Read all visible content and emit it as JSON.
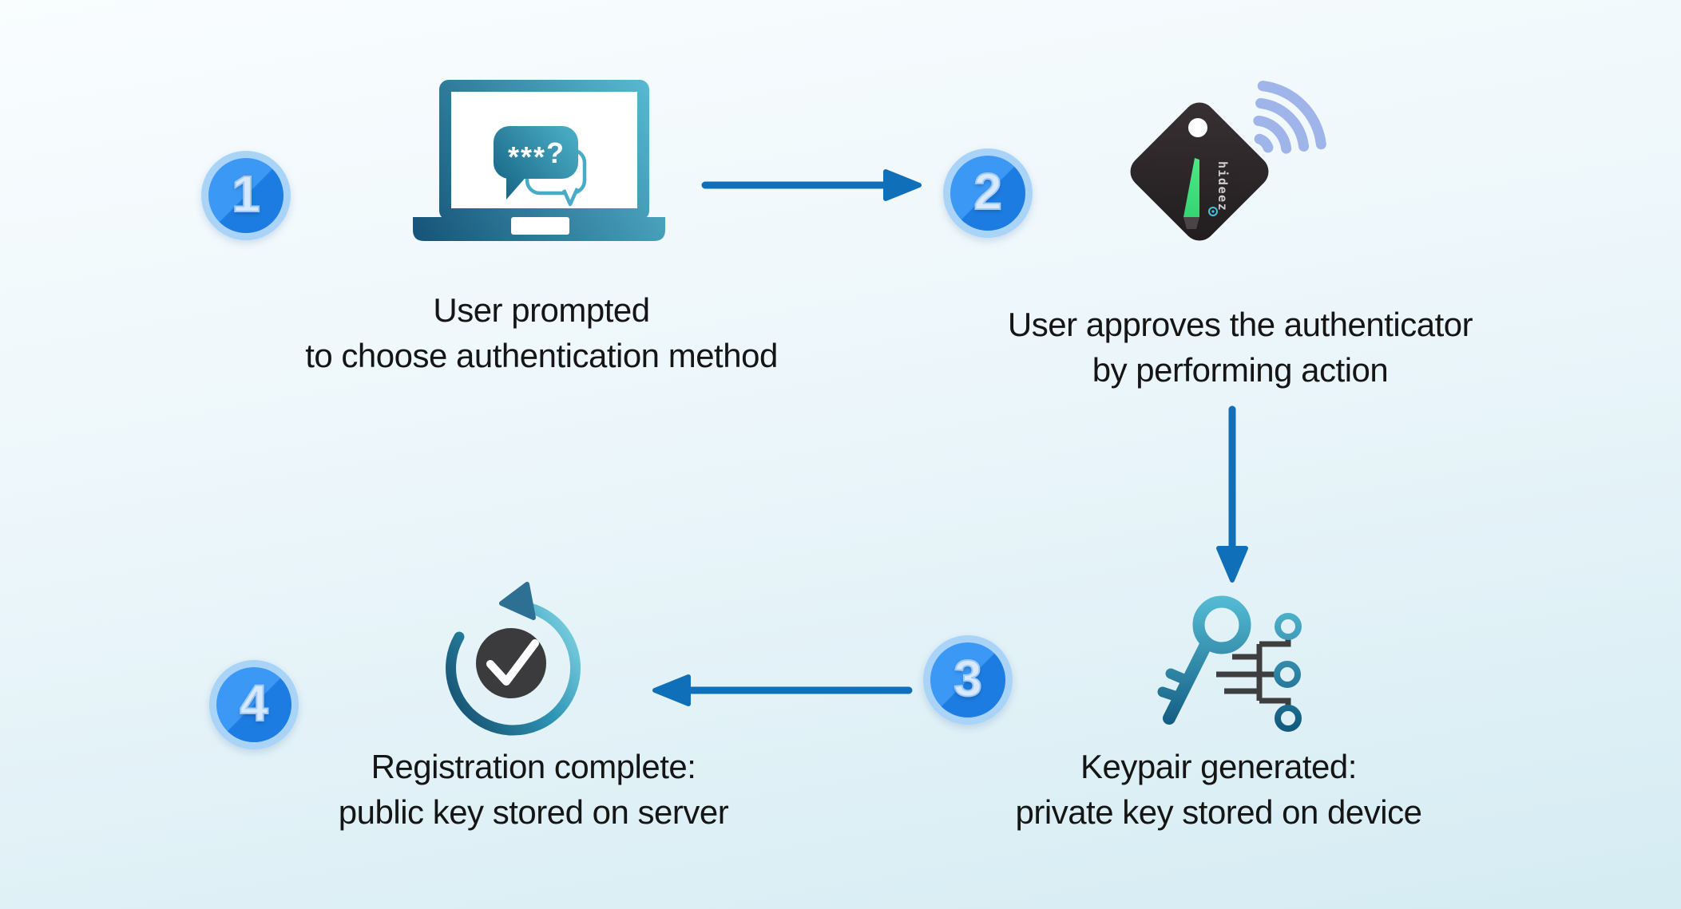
{
  "colors": {
    "background_top": "#f9fdfe",
    "background_bottom": "#d5ecf3",
    "arrow": "#0f6fb8",
    "badge_ring": "#a9d4f8",
    "badge_fill_light": "#3b98f5",
    "badge_fill_dark": "#1d7ce1",
    "badge_number": "#d7e9fd",
    "caption_text": "#151515",
    "icon_teal": "#5ec2d9",
    "icon_deep_blue": "#134f74",
    "device_body": "#2b2527",
    "device_indicator_green": "#3fe07c",
    "wifi_waves": "#9fb5e9",
    "circuit_gray": "#3e3e40",
    "check_circle_gray": "#3b3a3c"
  },
  "steps": [
    {
      "number": "1",
      "icon": "laptop-password-prompt-icon",
      "bubble_stars": "***",
      "bubble_question": "?",
      "caption_line1": "User prompted",
      "caption_line2": "to choose authentication method"
    },
    {
      "number": "2",
      "icon": "hideez-device-wireless-icon",
      "device_logo": "hideez",
      "caption_line1": "User approves the authenticator",
      "caption_line2": "by performing action"
    },
    {
      "number": "3",
      "icon": "key-circuit-icon",
      "caption_line1": "Keypair generated:",
      "caption_line2": "private key stored on device"
    },
    {
      "number": "4",
      "icon": "refresh-check-icon",
      "caption_line1": "Registration complete:",
      "caption_line2": "public key stored on server"
    }
  ],
  "arrows": [
    {
      "name": "arrow-step1-to-step2",
      "direction": "right"
    },
    {
      "name": "arrow-step2-to-step3",
      "direction": "down"
    },
    {
      "name": "arrow-step3-to-step4",
      "direction": "left"
    }
  ]
}
